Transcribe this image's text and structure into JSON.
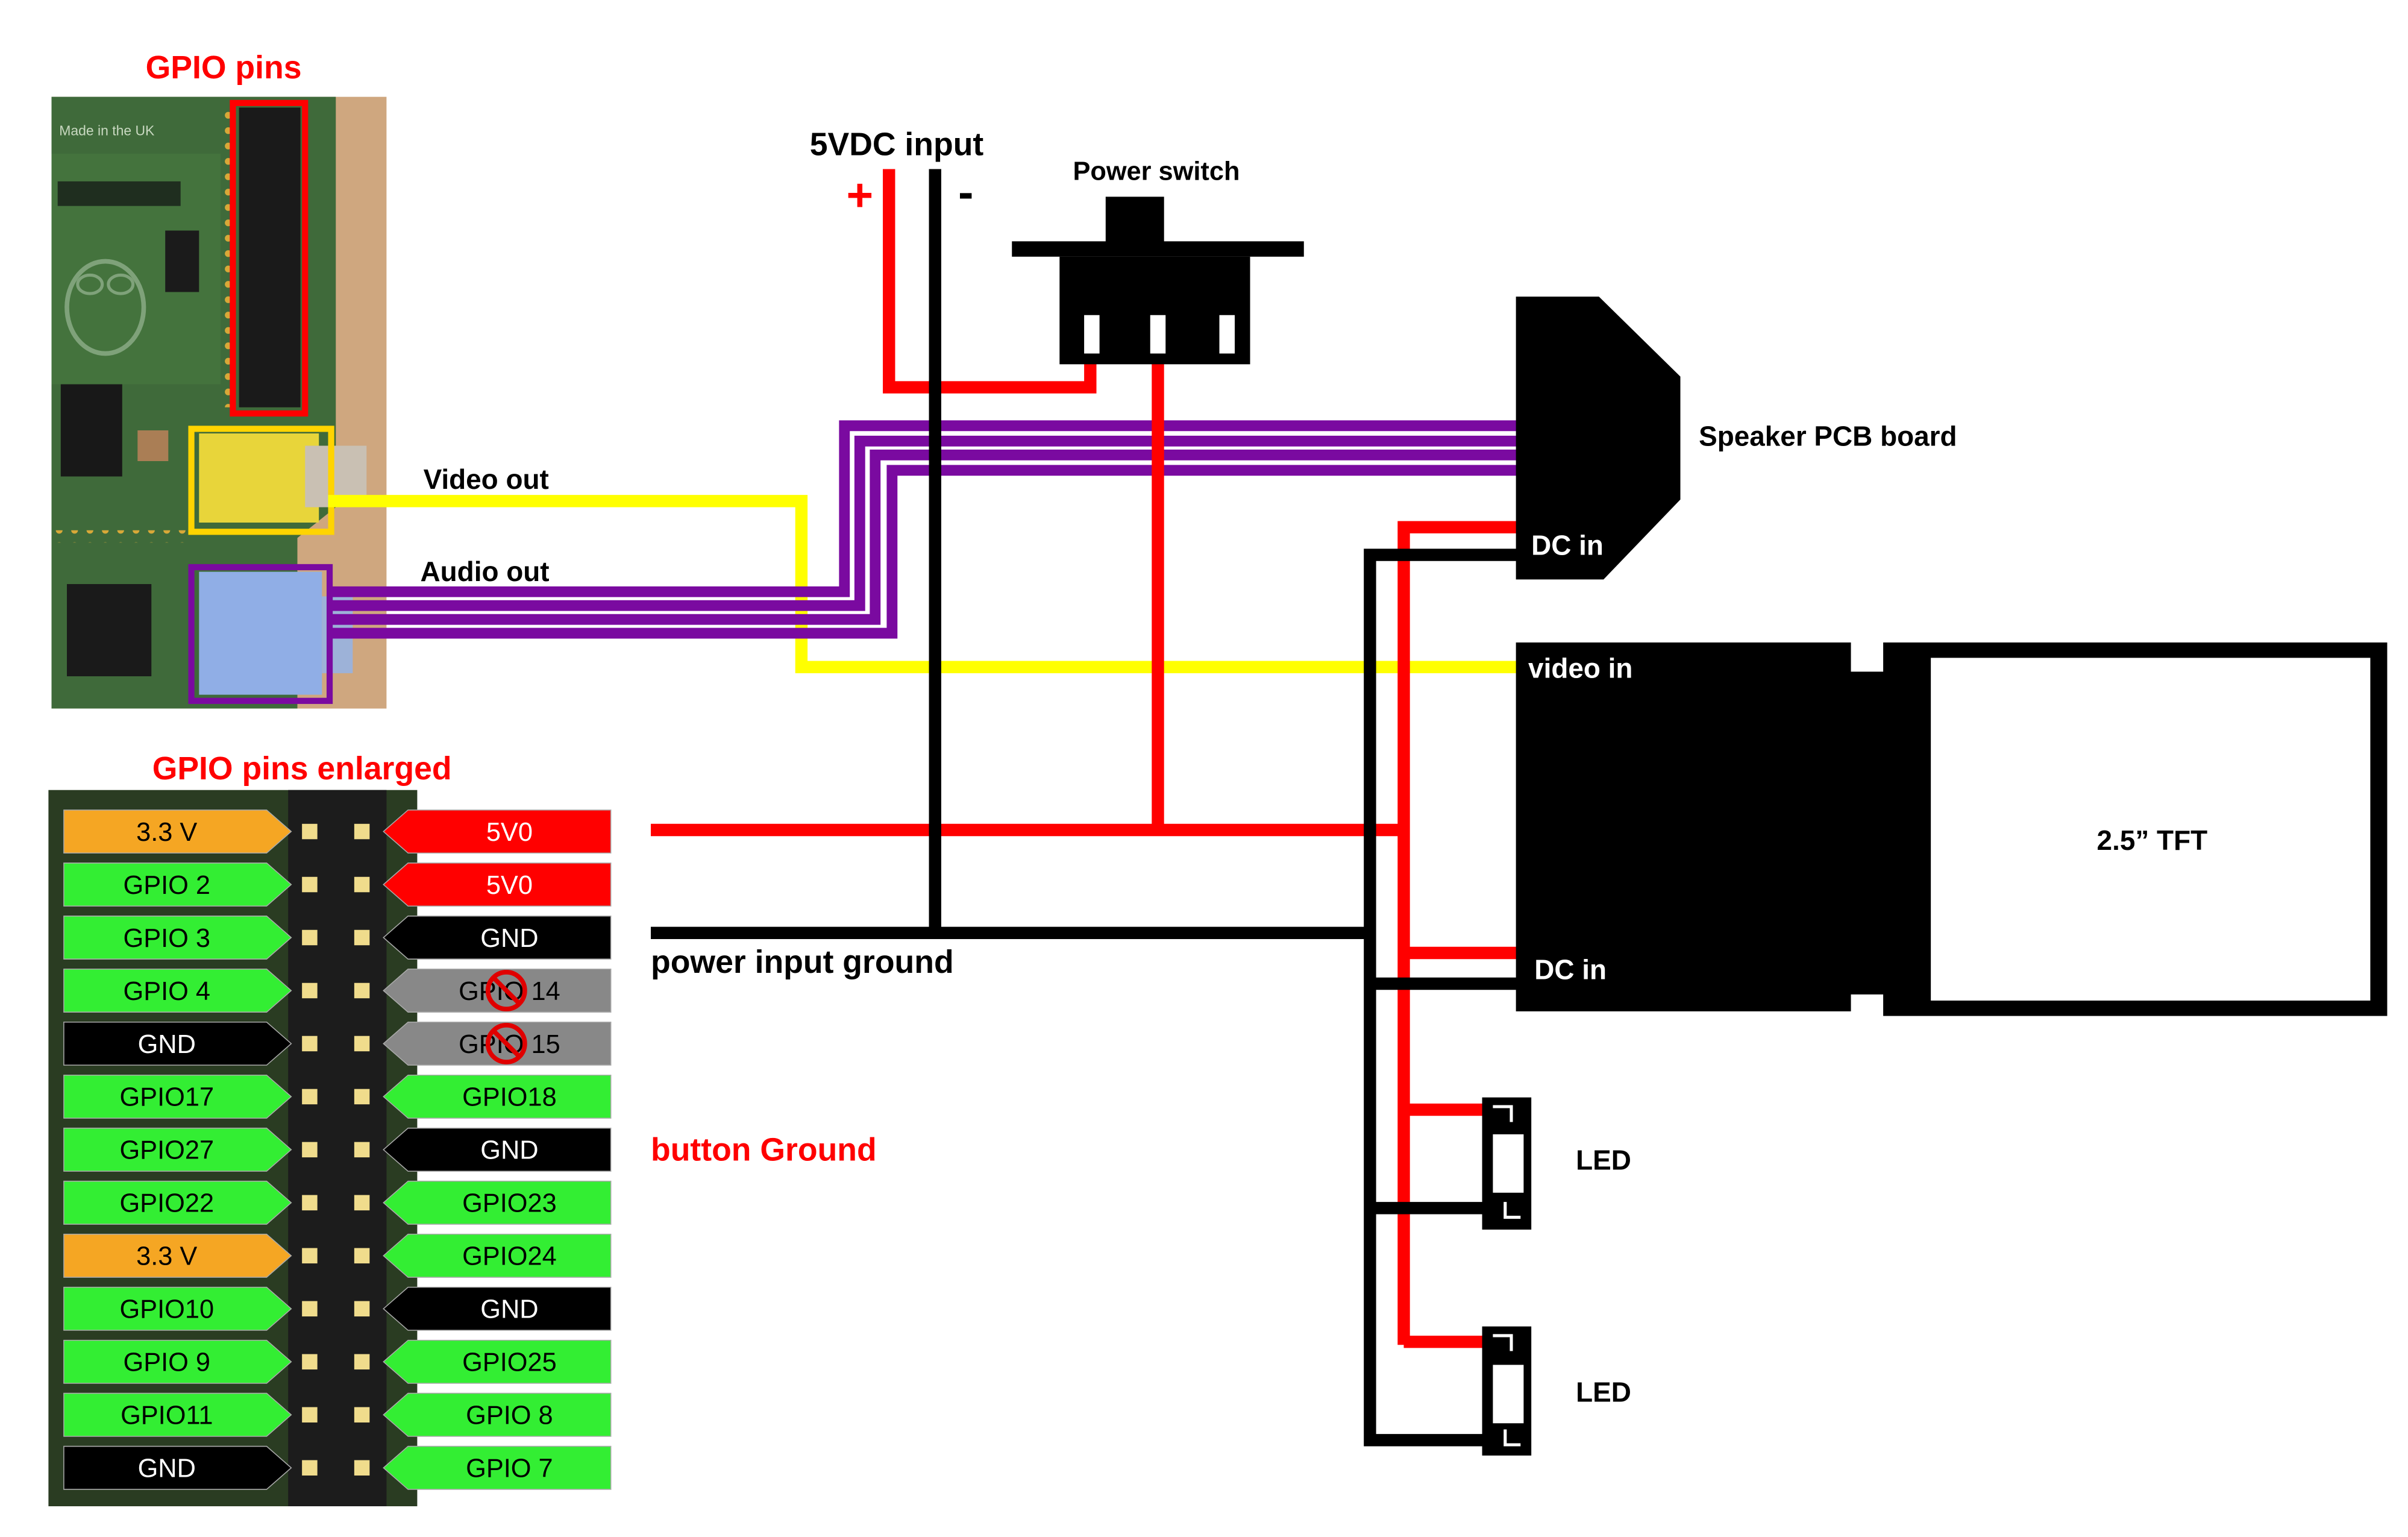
{
  "titles": {
    "gpio_pins": "GPIO pins",
    "gpio_enlarged": "GPIO pins enlarged"
  },
  "photo_labels": {
    "video_out": "Video out",
    "audio_out": "Audio out",
    "board_silkscreen": "Made in the UK"
  },
  "power": {
    "input_label": "5VDC input",
    "plus": "+",
    "minus": "-",
    "switch_label": "Power switch",
    "ground_label": "power input ground",
    "button_ground": "button Ground"
  },
  "components": {
    "speaker_board": "Speaker PCB board",
    "speaker_dc_in": "DC in",
    "tft_video_in": "video in",
    "tft_dc_in": "DC in",
    "tft_label": "2.5” TFT",
    "led_1": "LED",
    "led_2": "LED"
  },
  "gpio_header": {
    "left_pins": [
      {
        "label": "3.3 V",
        "type": "power33"
      },
      {
        "label": "GPIO 2",
        "type": "gpio"
      },
      {
        "label": "GPIO 3",
        "type": "gpio"
      },
      {
        "label": "GPIO 4",
        "type": "gpio"
      },
      {
        "label": "GND",
        "type": "gnd"
      },
      {
        "label": "GPIO17",
        "type": "gpio"
      },
      {
        "label": "GPIO27",
        "type": "gpio"
      },
      {
        "label": "GPIO22",
        "type": "gpio"
      },
      {
        "label": "3.3 V",
        "type": "power33"
      },
      {
        "label": "GPIO10",
        "type": "gpio"
      },
      {
        "label": "GPIO 9",
        "type": "gpio"
      },
      {
        "label": "GPIO11",
        "type": "gpio"
      },
      {
        "label": "GND",
        "type": "gnd"
      }
    ],
    "right_pins": [
      {
        "label": "5V0",
        "type": "power5"
      },
      {
        "label": "5V0",
        "type": "power5"
      },
      {
        "label": "GND",
        "type": "gnd"
      },
      {
        "label": "GPIO 14",
        "type": "disabled"
      },
      {
        "label": "GPIO 15",
        "type": "disabled"
      },
      {
        "label": "GPIO18",
        "type": "gpio"
      },
      {
        "label": "GND",
        "type": "gnd"
      },
      {
        "label": "GPIO23",
        "type": "gpio"
      },
      {
        "label": "GPIO24",
        "type": "gpio"
      },
      {
        "label": "GND",
        "type": "gnd"
      },
      {
        "label": "GPIO25",
        "type": "gpio"
      },
      {
        "label": "GPIO 8",
        "type": "gpio"
      },
      {
        "label": "GPIO 7",
        "type": "gpio"
      }
    ]
  },
  "colors": {
    "power": "#ff0000",
    "ground": "#000000",
    "video": "#ffff00",
    "audio": "#7a0aa0",
    "gpio_pin": "#33ee33",
    "v33_pin": "#f5a623",
    "v5_pin": "#ff0000",
    "gnd_pin": "#000000",
    "disabled_pin": "#888888",
    "label_red": "#ff0000"
  },
  "icons": {
    "disabled_pin": "no-symbol-icon",
    "raspberry_logo": "raspberry-pi-logo-icon"
  }
}
